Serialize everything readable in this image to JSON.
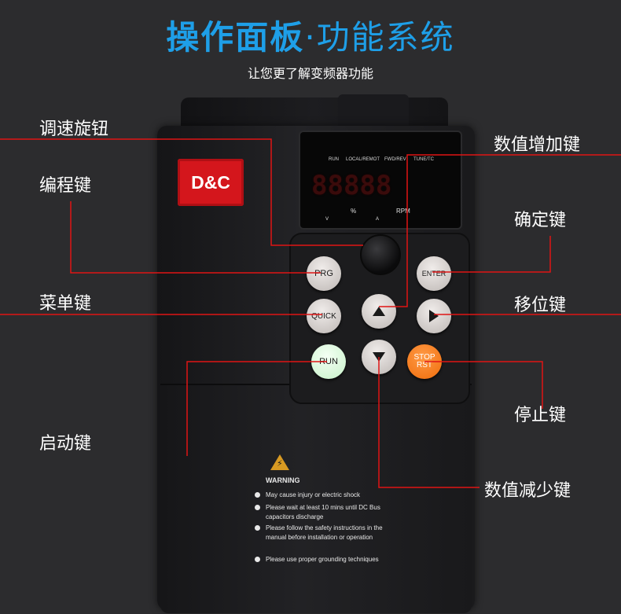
{
  "header": {
    "title_part1": "操作面板",
    "title_dot": "·",
    "title_part2": "功能系统",
    "subtitle": "让您更了解变频器功能"
  },
  "logo": {
    "text": "D&C",
    "color": "#d4161c"
  },
  "display": {
    "indicators": [
      "RUN",
      "LOCAL/REMOT",
      "FWD/REV",
      "TUNE/TC"
    ],
    "digits": "88888",
    "units": {
      "percent": "%",
      "rpm": "RPM",
      "v": "V",
      "a": "A"
    }
  },
  "keys": {
    "prg": "PRG",
    "enter": "ENTER",
    "quick": "QUICK",
    "run": "RUN",
    "stop_line1": "STOP",
    "stop_line2": "RST"
  },
  "labels": {
    "knob": "调速旋钮",
    "prog": "编程键",
    "menu": "菜单键",
    "start": "启动键",
    "increase": "数值增加键",
    "confirm": "确定键",
    "shift": "移位键",
    "stop": "停止键",
    "decrease": "数值减少键"
  },
  "warning": {
    "title": "WARNING",
    "items": [
      "May cause injury or electric shock",
      "Please wait at least 10 mins until DC Bus capacitors discharge",
      "Please follow the safety instructions in the manual before installation or operation",
      "Please use proper grounding techniques"
    ]
  },
  "colors": {
    "background": "#2c2c2e",
    "title": "#1e9fe8",
    "leader_lines": "#e01414",
    "stop_key": "#ef6c0b"
  }
}
